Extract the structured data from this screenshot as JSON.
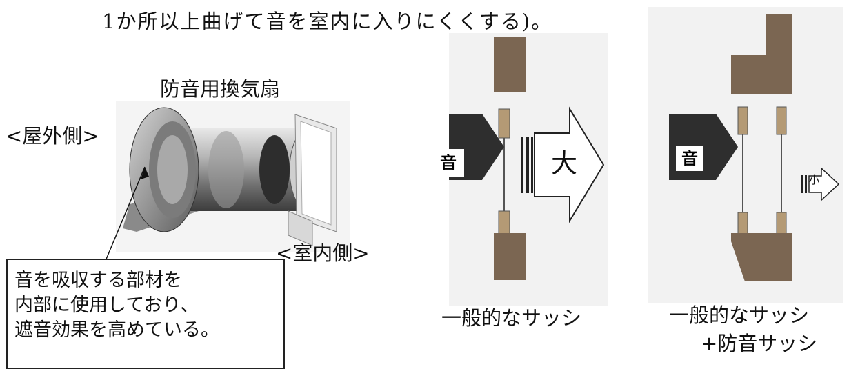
{
  "top_text": "1か所以上曲げて音を室内に入りにくくする)。",
  "fan": {
    "title": "防音用換気扇",
    "outdoor_label": "<屋外側>",
    "indoor_label": "<室内側>",
    "callout": [
      "音を吸収する部材を",
      "内部に使用しており、",
      "遮音効果を高めている。"
    ]
  },
  "sash_general": {
    "sound_label": "音",
    "out_label": "大",
    "caption": "一般的なサッシ"
  },
  "sash_soundproof": {
    "sound_label": "音",
    "out_label": "小",
    "caption_line1": "一般的なサッシ",
    "caption_line2": "+防音サッシ"
  }
}
